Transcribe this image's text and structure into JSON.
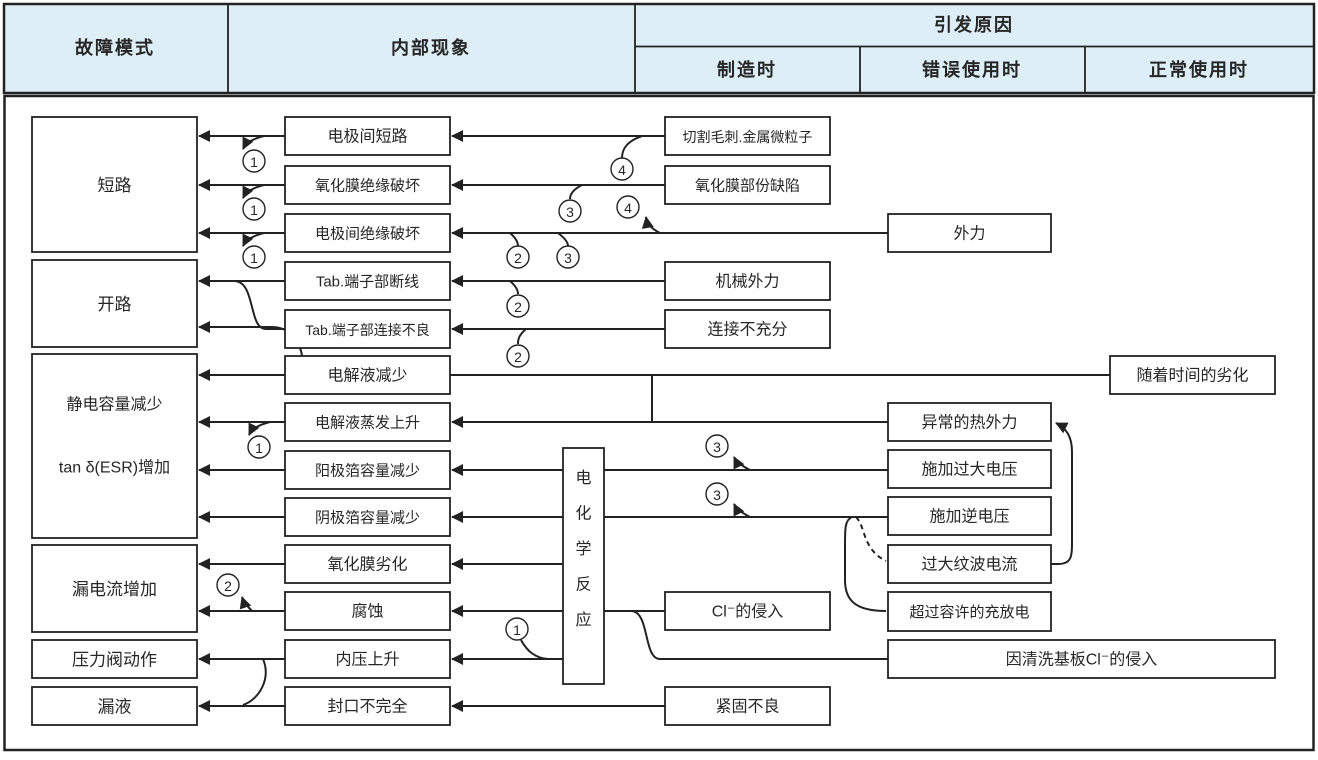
{
  "header": {
    "col_fault_mode": "故障模式",
    "col_internal_phenomenon": "内部现象",
    "col_cause": "引发原因",
    "sub_manufacturing": "制造时",
    "sub_misuse": "错误使用时",
    "sub_normal_use": "正常使用时"
  },
  "fault_modes": {
    "short_circuit": "短路",
    "open_circuit": "开路",
    "capacitance_line1": "静电容量减少",
    "capacitance_line2": "tan δ(ESR)增加",
    "leakage_current": "漏电流增加",
    "pressure_valve": "压力阀动作",
    "liquid_leak": "漏液"
  },
  "internal_phenomena": {
    "electrode_short": "电极间短路",
    "oxide_insulation_breakdown": "氧化膜绝缘破坏",
    "electrode_insulation_breakdown": "电极间绝缘破坏",
    "tab_wire_break": "Tab.端子部断线",
    "tab_poor_connection": "Tab.端子部连接不良",
    "electrolyte_decrease": "电解液减少",
    "electrolyte_evaporation": "电解液蒸发上升",
    "anode_foil_capacity_decrease": "阳极箔容量减少",
    "cathode_foil_capacity_decrease": "阴极箔容量减少",
    "oxide_film_degradation": "氧化膜劣化",
    "corrosion": "腐蚀",
    "internal_pressure_rise": "内压上升",
    "incomplete_sealing": "封口不完全",
    "electrochemical_reaction": "电化学反应"
  },
  "manufacturing_causes": {
    "cutting_burrs": "切割毛刺.金属微粒子",
    "oxide_film_defect": "氧化膜部份缺陷",
    "mechanical_force": "机械外力",
    "insufficient_connection": "连接不充分",
    "chloride_intrusion": "Cl⁻的侵入",
    "poor_tightening": "紧固不良"
  },
  "misuse_causes": {
    "external_force": "外力",
    "abnormal_heat": "异常的热外力",
    "overvoltage": "施加过大电压",
    "reverse_voltage": "施加逆电压",
    "excessive_ripple_current": "过大纹波电流",
    "excessive_charge_discharge": "超过容许的充放电",
    "board_cleaning_chloride": "因清洗基板Cl⁻的侵入"
  },
  "normal_use_causes": {
    "aging": "随着时间的劣化"
  },
  "connector_numbers": {
    "n1": "1",
    "n2": "2",
    "n3": "3",
    "n4": "4"
  },
  "colors": {
    "header_bg": "#ddeef7",
    "line": "#222222",
    "box_fill": "#ffffff",
    "text": "#262626"
  }
}
